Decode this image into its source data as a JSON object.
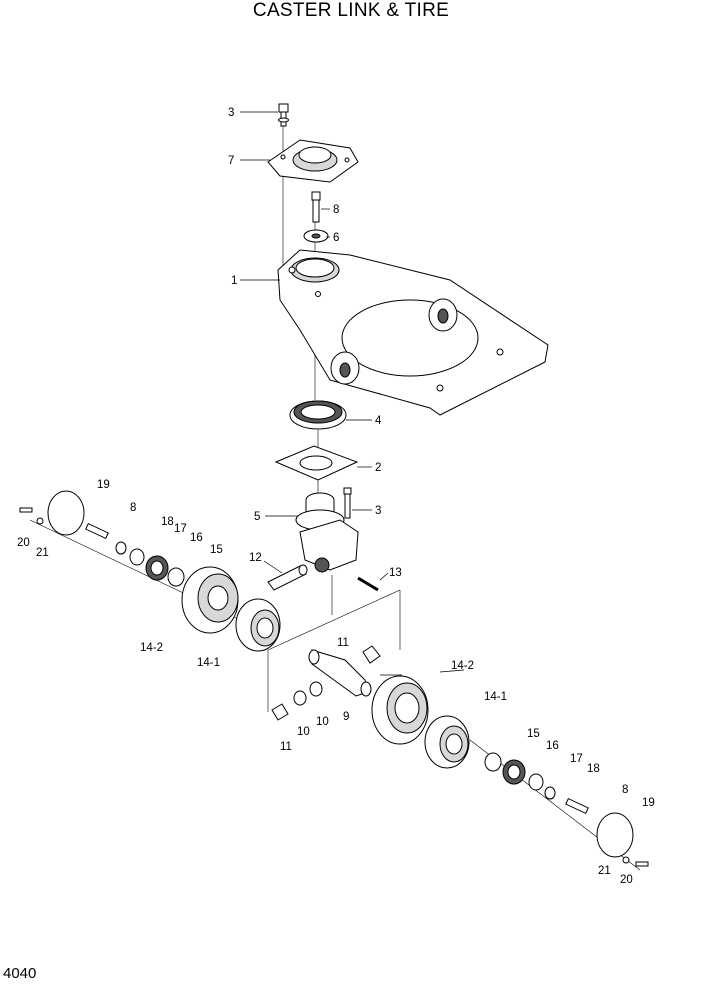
{
  "title": "CASTER LINK & TIRE",
  "page_number": "4040",
  "callouts": [
    {
      "id": "c3a",
      "text": "3"
    },
    {
      "id": "c7",
      "text": "7"
    },
    {
      "id": "c8a",
      "text": "8"
    },
    {
      "id": "c6",
      "text": "6"
    },
    {
      "id": "c1",
      "text": "1"
    },
    {
      "id": "c4",
      "text": "4"
    },
    {
      "id": "c2",
      "text": "2"
    },
    {
      "id": "c3b",
      "text": "3"
    },
    {
      "id": "c5",
      "text": "5"
    },
    {
      "id": "c19a",
      "text": "19"
    },
    {
      "id": "c8b",
      "text": "8"
    },
    {
      "id": "c18a",
      "text": "18"
    },
    {
      "id": "c17a",
      "text": "17"
    },
    {
      "id": "c16a",
      "text": "16"
    },
    {
      "id": "c15a",
      "text": "15"
    },
    {
      "id": "c20a",
      "text": "20"
    },
    {
      "id": "c21a",
      "text": "21"
    },
    {
      "id": "c12",
      "text": "12"
    },
    {
      "id": "c13",
      "text": "13"
    },
    {
      "id": "c14_2a",
      "text": "14-2"
    },
    {
      "id": "c14_1a",
      "text": "14-1"
    },
    {
      "id": "c11a",
      "text": "11"
    },
    {
      "id": "c14_2b",
      "text": "14-2"
    },
    {
      "id": "c14_1b",
      "text": "14-1"
    },
    {
      "id": "c9",
      "text": "9"
    },
    {
      "id": "c10a",
      "text": "10"
    },
    {
      "id": "c10b",
      "text": "10"
    },
    {
      "id": "c11b",
      "text": "11"
    },
    {
      "id": "c15b",
      "text": "15"
    },
    {
      "id": "c16b",
      "text": "16"
    },
    {
      "id": "c17b",
      "text": "17"
    },
    {
      "id": "c18b",
      "text": "18"
    },
    {
      "id": "c8c",
      "text": "8"
    },
    {
      "id": "c19b",
      "text": "19"
    },
    {
      "id": "c21b",
      "text": "21"
    },
    {
      "id": "c20b",
      "text": "20"
    }
  ]
}
